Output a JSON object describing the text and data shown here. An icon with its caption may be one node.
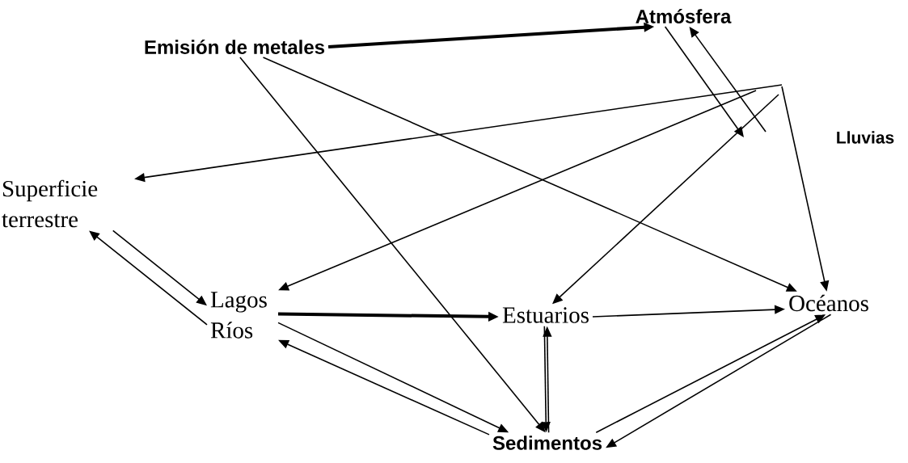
{
  "diagram": {
    "nodes": [
      {
        "text": [
          "Emisión de metales"
        ]
      },
      {
        "text": [
          "Atmósfera"
        ]
      },
      {
        "text": [
          "Superficie terrestre"
        ]
      },
      {
        "text": [
          "Lagos Ríos"
        ]
      },
      {
        "text": [
          "Estuarios"
        ]
      },
      {
        "text": [
          "Océanos"
        ]
      },
      {
        "text": [
          "Sedimentos"
        ]
      }
    ],
    "edges": [
      {
        "from": 0,
        "to": 1,
        "arrow": "to",
        "style": "thick"
      },
      {
        "from": 0,
        "to": 6,
        "arrow": "to"
      },
      {
        "from": 0,
        "to": 5,
        "arrow": "to"
      },
      {
        "from": 1,
        "to": null,
        "arrow": "to"
      },
      {
        "from": null,
        "to": 1,
        "arrow": "to"
      },
      {
        "from": null,
        "to": 2,
        "arrow": "to"
      },
      {
        "from": null,
        "to": 3,
        "arrow": "to"
      },
      {
        "from": null,
        "to": 4,
        "arrow": "to"
      },
      {
        "from": null,
        "to": 5,
        "arrow": "to"
      },
      {
        "from": 2,
        "to": 3,
        "arrow": "to"
      },
      {
        "from": 3,
        "to": 2,
        "arrow": "to"
      },
      {
        "from": 3,
        "to": 4,
        "arrow": "to",
        "style": "thick"
      },
      {
        "from": 3,
        "to": 6,
        "arrow": "to"
      },
      {
        "from": 6,
        "to": 3,
        "arrow": "to"
      },
      {
        "from": 4,
        "to": 5,
        "arrow": "to"
      },
      {
        "from": 4,
        "to": 6,
        "arrow": "to"
      },
      {
        "from": 6,
        "to": 4,
        "arrow": "to"
      },
      {
        "from": 6,
        "to": 5,
        "arrow": "to"
      },
      {
        "from": 5,
        "to": 6,
        "arrow": "to"
      }
    ],
    "labels": [
      "Lluvias"
    ]
  }
}
